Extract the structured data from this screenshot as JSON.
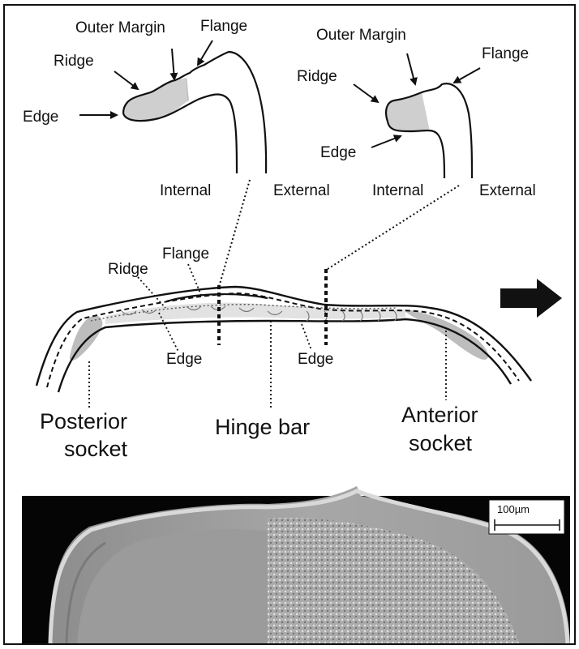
{
  "top_left": {
    "outer_margin": "Outer Margin",
    "flange": "Flange",
    "ridge": "Ridge",
    "edge": "Edge",
    "internal": "Internal",
    "external": "External"
  },
  "top_right": {
    "outer_margin": "Outer Margin",
    "flange": "Flange",
    "ridge": "Ridge",
    "edge": "Edge",
    "internal": "Internal",
    "external": "External"
  },
  "hinge": {
    "flange": "Flange",
    "ridge": "Ridge",
    "edge_left": "Edge",
    "edge_right": "Edge",
    "posterior_line1": "Posterior",
    "posterior_line2": "socket",
    "hinge_bar": "Hinge bar",
    "anterior_line1": "Anterior",
    "anterior_line2": "socket"
  },
  "micrograph": {
    "scale_label": "100µm"
  }
}
